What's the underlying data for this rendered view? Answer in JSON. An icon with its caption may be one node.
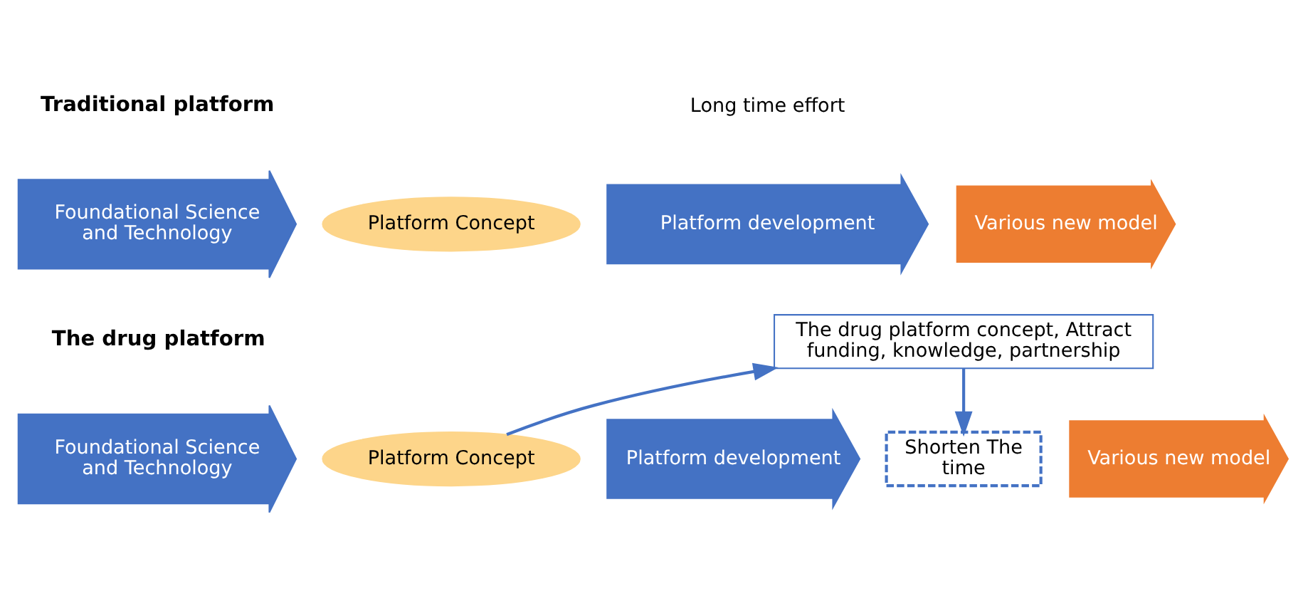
{
  "diagram": {
    "nodes": [
      {
        "text": [
          "Foundational Science and Technology"
        ]
      },
      {
        "text": [
          "Platform Concept"
        ]
      },
      {
        "text": [
          "Platform development"
        ],
        "beside": [
          "Long time effort"
        ]
      },
      {
        "text": [
          "Various new model"
        ]
      },
      {
        "text": [
          "Foundational Science and Technology"
        ]
      },
      {
        "text": [
          "Platform Concept"
        ]
      },
      {
        "text": [
          "Platform development"
        ]
      },
      {
        "text": [
          "The drug platform concept, Attract funding, knowledge, partnership"
        ]
      },
      {
        "text": [
          "Shorten The time"
        ]
      },
      {
        "text": [
          "Various new model"
        ]
      }
    ],
    "edges": [
      {
        "from": 5,
        "to": 7,
        "arrow": "to"
      },
      {
        "from": 7,
        "to": 8,
        "arrow": "to"
      }
    ],
    "labels": [
      "Traditional platform",
      "The drug platform"
    ]
  }
}
